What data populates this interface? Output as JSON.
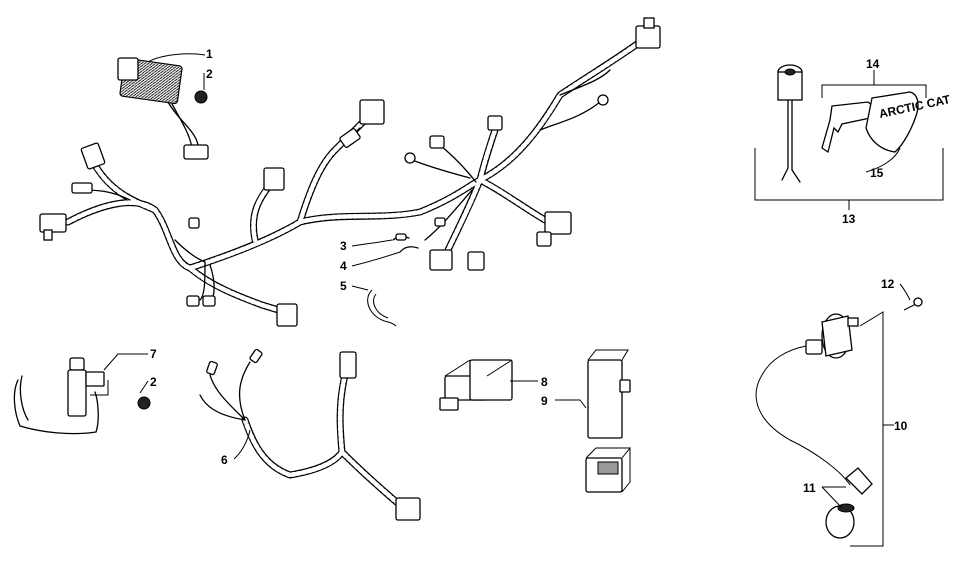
{
  "diagram": {
    "callouts": {
      "c1": "1",
      "c2a": "2",
      "c2b": "2",
      "c3": "3",
      "c4": "4",
      "c5": "5",
      "c6": "6",
      "c7": "7",
      "c8": "8",
      "c9": "9",
      "c10": "10",
      "c11": "11",
      "c12": "12",
      "c13": "13",
      "c14": "14",
      "c15": "15"
    },
    "key_tag_text": "ARCTIC CAT"
  }
}
